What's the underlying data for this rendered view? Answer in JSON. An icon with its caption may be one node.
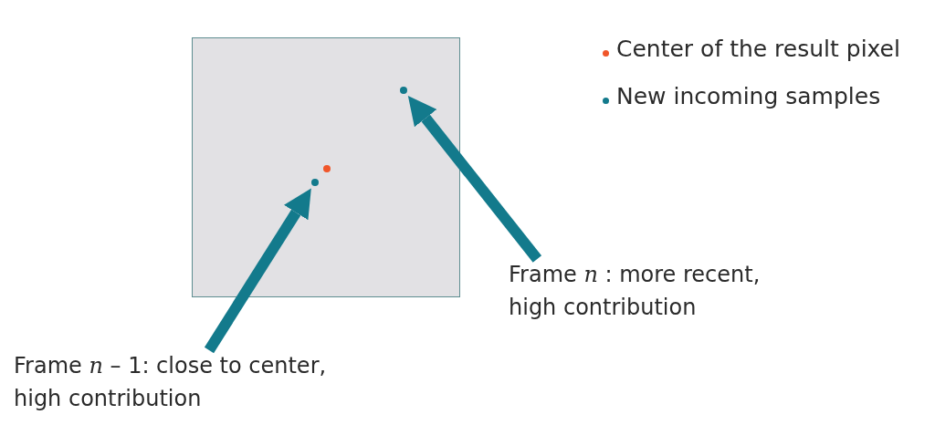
{
  "diagram": {
    "nodes": [
      {
        "text": [],
        "shape": "box"
      },
      {
        "text": [],
        "shape": "circle",
        "in": 0
      },
      {
        "text": [],
        "shape": "circle",
        "in": 0
      },
      {
        "text": [],
        "shape": "circle",
        "in": 0
      },
      {
        "text": [
          "Frame *n* : more recent, high contribution"
        ]
      },
      {
        "text": [
          "Frame *n* – 1: close to center, high contribution"
        ]
      }
    ],
    "edges": [
      {
        "from": 4,
        "to": 1,
        "arrow": "to"
      },
      {
        "from": 5,
        "to": 3,
        "arrow": "to"
      }
    ],
    "legend": [
      {
        "text": "Center of the result pixel",
        "color": "#f0562a"
      },
      {
        "text": "New incoming samples",
        "color": "#137a8c"
      }
    ]
  }
}
